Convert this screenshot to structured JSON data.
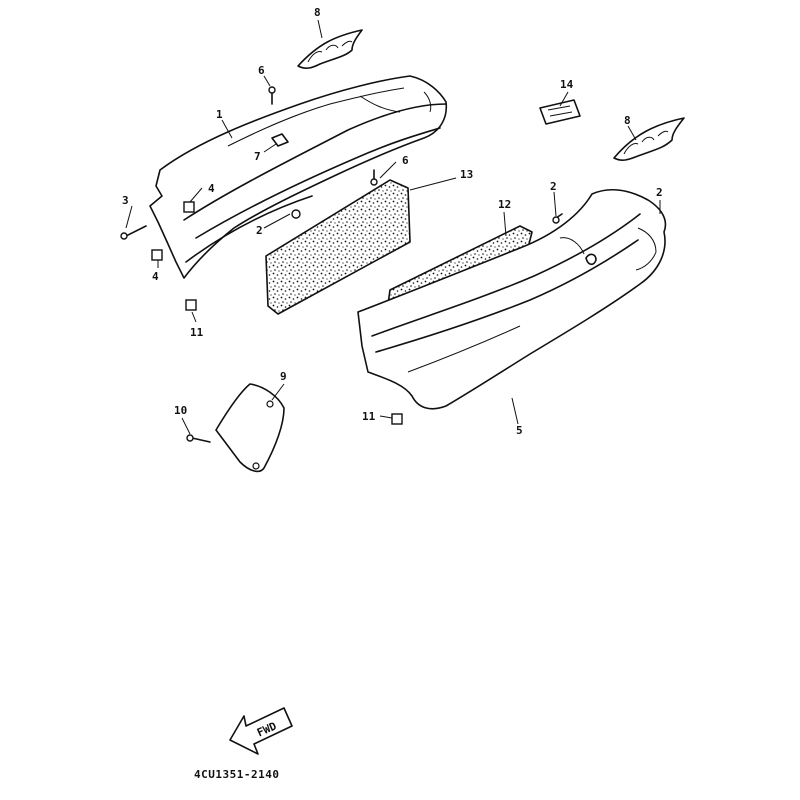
{
  "diagram": {
    "part_labels": {
      "p1": "1",
      "p2a": "2",
      "p2b": "2",
      "p2c": "2",
      "p3": "3",
      "p4a": "4",
      "p4b": "4",
      "p5": "5",
      "p6a": "6",
      "p6b": "6",
      "p7": "7",
      "p8a": "8",
      "p8b": "8",
      "p9": "9",
      "p10": "10",
      "p11a": "11",
      "p11b": "11",
      "p12": "12",
      "p13": "13",
      "p14": "14"
    },
    "fwd_arrow_text": "FWD",
    "drawing_code": "4CU1351-2140"
  }
}
